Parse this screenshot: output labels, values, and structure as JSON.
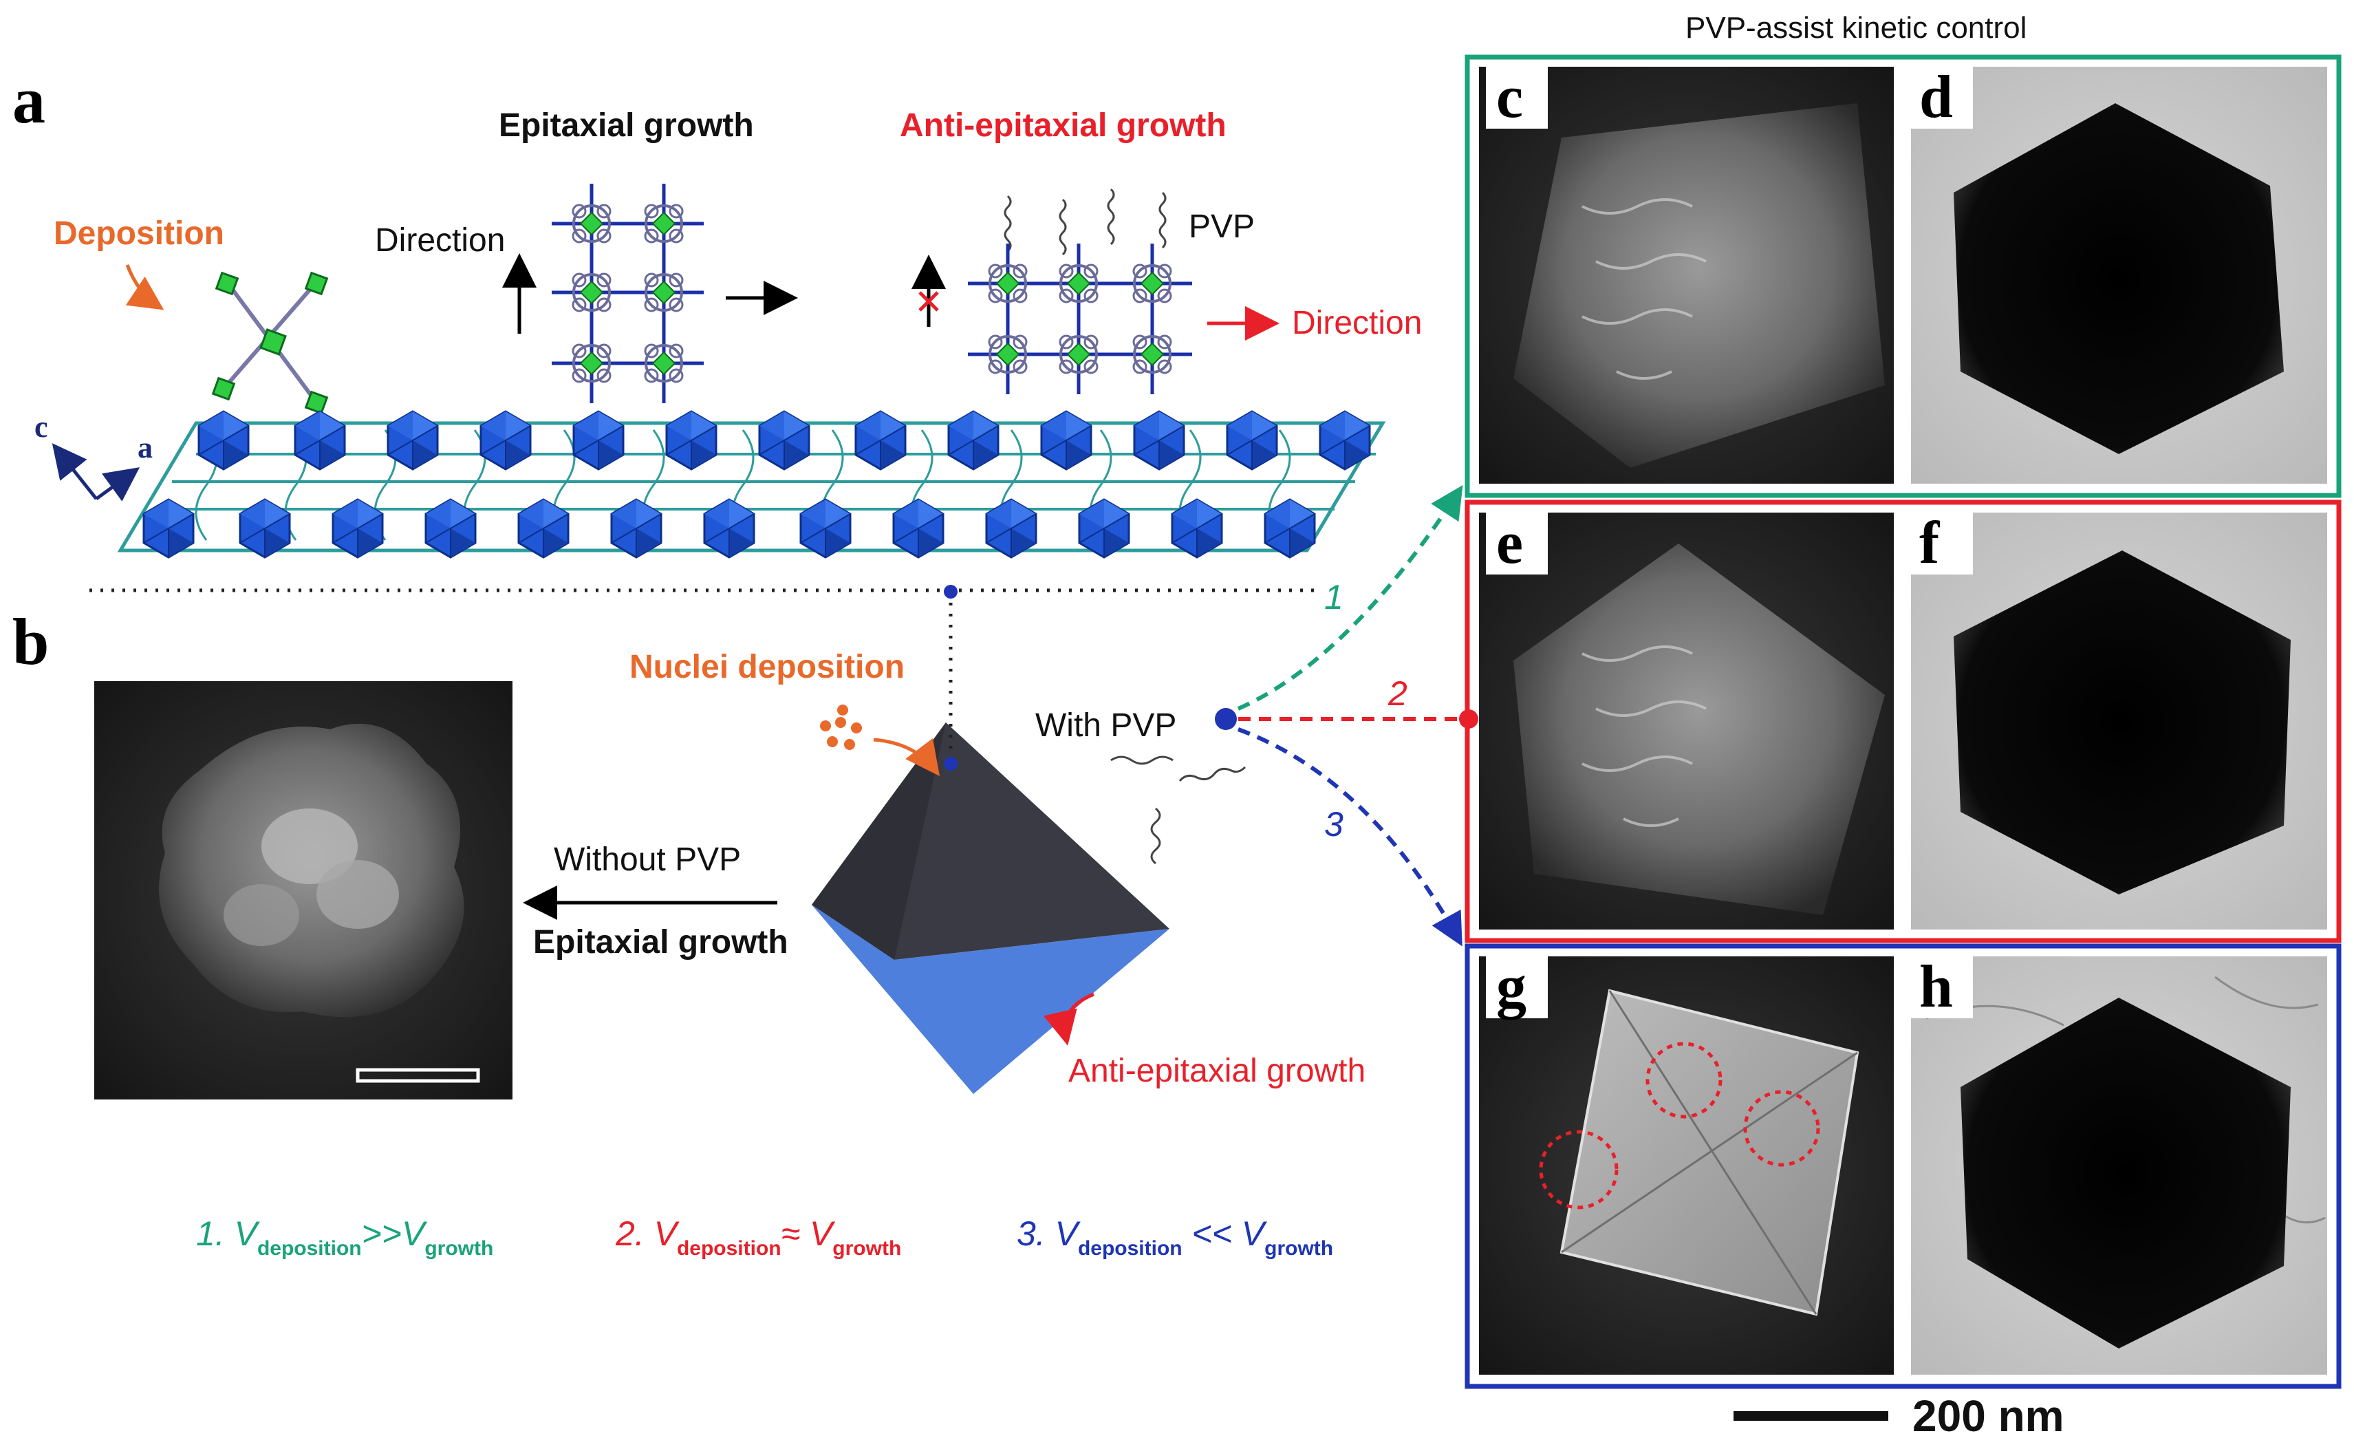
{
  "header": {
    "right_title": "PVP-assist kinetic control"
  },
  "panel_letters": {
    "a": "a",
    "b": "b",
    "c": "c",
    "d": "d",
    "e": "e",
    "f": "f",
    "g": "g",
    "h": "h"
  },
  "panel_a": {
    "deposition": "Deposition",
    "epitaxial_title": "Epitaxial growth",
    "anti_epitaxial_title": "Anti-epitaxial growth",
    "direction_left": "Direction",
    "direction_right": "Direction",
    "pvp": "PVP",
    "axis_c": "c",
    "axis_a": "a"
  },
  "panel_b": {
    "nuclei_deposition": "Nuclei deposition",
    "with_pvp": "With PVP",
    "without_pvp": "Without PVP",
    "epitaxial_growth": "Epitaxial growth",
    "anti_epitaxial_growth": "Anti-epitaxial growth",
    "path_1": "1",
    "path_2": "2",
    "path_3": "3"
  },
  "equations": [
    {
      "prefix": "1. V",
      "sub1": "deposition",
      "op": ">>V",
      "sub2": "growth",
      "color": "#1aa37a"
    },
    {
      "prefix": "2. V",
      "sub1": "deposition",
      "op": "≈ V",
      "sub2": "growth",
      "color": "#e8202a"
    },
    {
      "prefix": "3. V",
      "sub1": "deposition",
      "op": " << V",
      "sub2": "growth",
      "color": "#1f35b5"
    }
  ],
  "scale_bar": {
    "label": "200 nm"
  },
  "colors": {
    "green": "#1aa37a",
    "red": "#e8202a",
    "blue": "#1f35b5",
    "orange": "#e8692a",
    "octa_dark": "#3a3a44",
    "octa_blue": "#4f7fdc",
    "cluster_blue": "#1f57d6",
    "node_green": "#2ecc40"
  }
}
